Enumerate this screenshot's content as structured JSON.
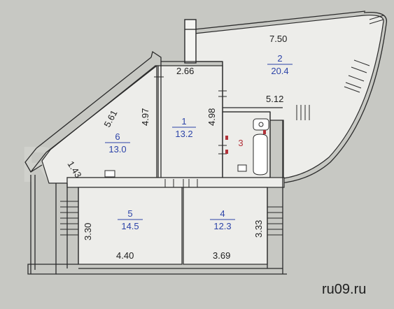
{
  "plan": {
    "watermark": "RU09.RU",
    "brand": "ru09.ru",
    "dimensions": [
      {
        "key": "d750",
        "value": "7.50"
      },
      {
        "key": "d266",
        "value": "2.66"
      },
      {
        "key": "d561",
        "value": "5.61"
      },
      {
        "key": "d497",
        "value": "4.97"
      },
      {
        "key": "d498",
        "value": "4.98"
      },
      {
        "key": "d512",
        "value": "5.12"
      },
      {
        "key": "d143",
        "value": "1.43"
      },
      {
        "key": "d330",
        "value": "3.30"
      },
      {
        "key": "d333",
        "value": "3.33"
      },
      {
        "key": "d440",
        "value": "4.40"
      },
      {
        "key": "d369",
        "value": "3.69"
      }
    ],
    "rooms": [
      {
        "number": "1",
        "area": "13.2"
      },
      {
        "number": "2",
        "area": "20.4"
      },
      {
        "number": "3",
        "area": ""
      },
      {
        "number": "4",
        "area": "12.3"
      },
      {
        "number": "5",
        "area": "14.5"
      },
      {
        "number": "6",
        "area": "13.0"
      }
    ],
    "colors": {
      "room_label": "#2d44a8",
      "bathroom_label": "#b2323a",
      "walls": "#2a2a2a",
      "background": "#c9cac5"
    }
  }
}
